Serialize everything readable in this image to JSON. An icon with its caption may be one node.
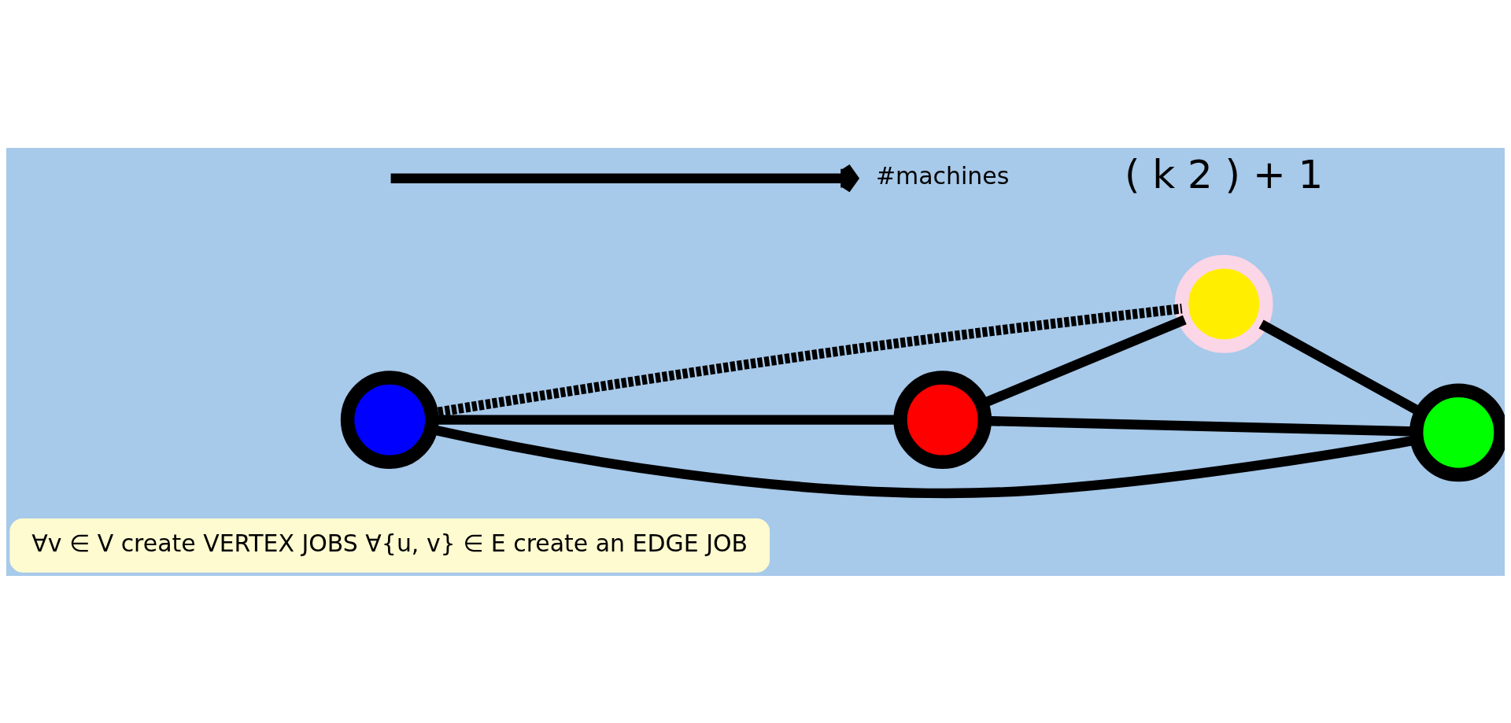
{
  "diagram": {
    "nodes": [
      {
        "text": [
          "∀v ∈ V create VERTEX JOBS ∀{u, v} ∈ E create an EDGE JOB"
        ]
      },
      {
        "text": [],
        "shape": "circle"
      },
      {
        "text": [],
        "shape": "circle"
      },
      {
        "text": [],
        "shape": "circle"
      },
      {
        "text": [],
        "shape": "circle"
      },
      {
        "text": [
          "#machines"
        ]
      }
    ],
    "edges": [
      {
        "from": 1,
        "to": 3,
        "arrow": "none"
      },
      {
        "from": 1,
        "to": 4,
        "arrow": "none"
      },
      {
        "from": 1,
        "to": 2,
        "arrow": "none",
        "style": "dashed"
      },
      {
        "from": 3,
        "to": 2,
        "arrow": "none"
      },
      {
        "from": 3,
        "to": 4,
        "arrow": "none"
      },
      {
        "from": 2,
        "to": 4,
        "arrow": "none"
      },
      {
        "from": null,
        "to": 5,
        "arrow": "to"
      }
    ],
    "labels": [
      "( k 2 ) + 1"
    ]
  }
}
